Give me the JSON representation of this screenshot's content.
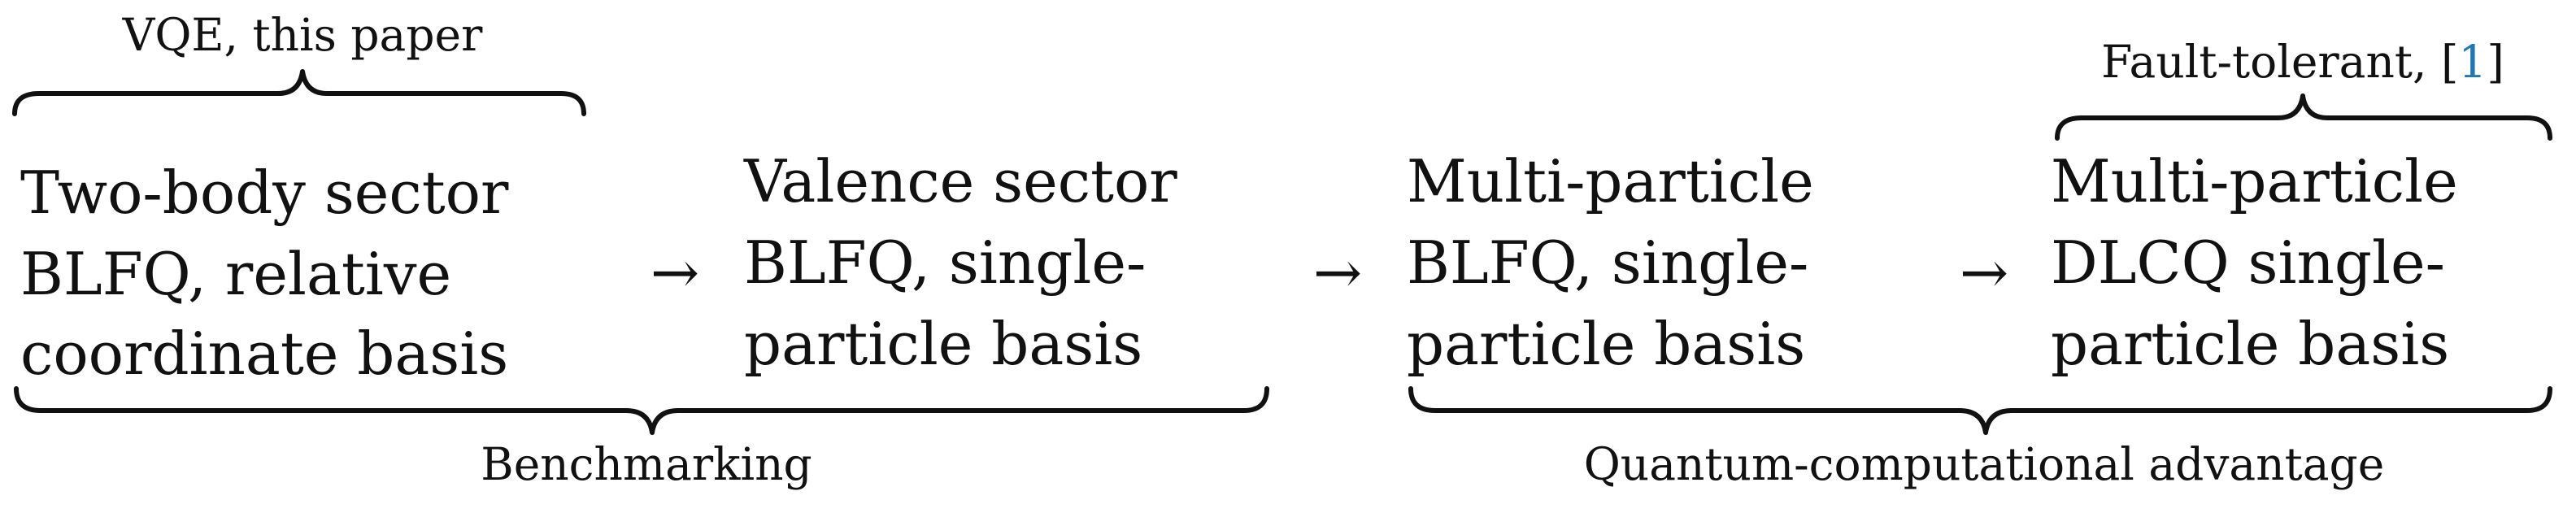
{
  "stages": [
    {
      "lines": [
        "Two-body sector",
        "BLFQ, relative",
        "coordinate basis"
      ]
    },
    {
      "lines": [
        "Valence sector",
        "BLFQ, single-",
        "particle basis"
      ]
    },
    {
      "lines": [
        "Multi-particle",
        "BLFQ, single-",
        "particle basis"
      ]
    },
    {
      "lines": [
        "Multi-particle",
        "DLCQ single-",
        "particle basis"
      ]
    }
  ],
  "arrows": [
    "→",
    "→",
    "→"
  ],
  "braces": {
    "top_left": {
      "label": "VQE, this paper"
    },
    "top_right": {
      "label_prefix": "Fault-tolerant, [",
      "citation": "1",
      "label_suffix": "]"
    },
    "bottom_left": {
      "label": "Benchmarking"
    },
    "bottom_right": {
      "label": "Quantum-computational advantage"
    }
  },
  "colors": {
    "text": "#111111",
    "citation": "#1f77b4",
    "background": "#ffffff"
  }
}
